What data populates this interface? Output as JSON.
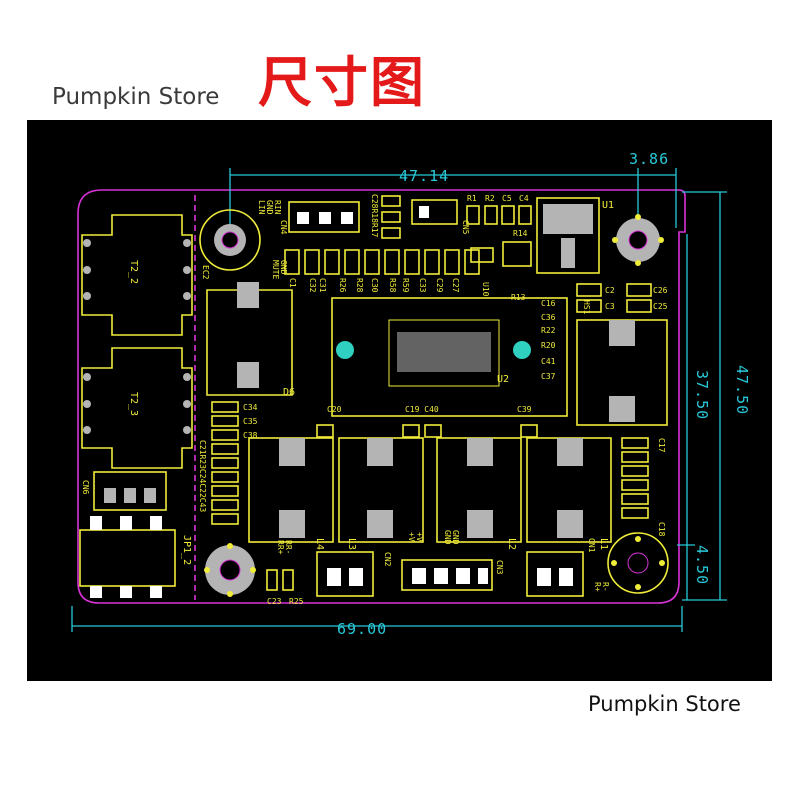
{
  "header": {
    "store_name": "Pumpkin Store",
    "title": "尺寸图"
  },
  "footer": {
    "store_name": "Pumpkin Store"
  },
  "dimensions": {
    "width_top": "47.14",
    "corner_offset": "3.86",
    "height_total": "47.50",
    "height_inner": "37.50",
    "bottom_offset": "4.50",
    "width_total": "69.00"
  },
  "designators": {
    "t2_2": "T2_2",
    "t2_3": "T2_3",
    "cn6": "CN6",
    "jp1_2": "JP1_2",
    "ec": "EC2",
    "cn4": "CN4",
    "lin": "LIN",
    "gnd": "GND",
    "rin": "RIN",
    "mute": "MUTE",
    "gnd2": "GND",
    "c28r18r17": "C28R18R17",
    "r1": "R1",
    "r2": "R2",
    "c5": "C5",
    "c4": "C4",
    "cn5": "CN5",
    "r14": "R14",
    "u1": "U1",
    "r13": "R13",
    "u10": "U10",
    "c1": "C1",
    "c32": "C32",
    "c31": "C31",
    "r26": "R26",
    "r28": "R28",
    "c30": "C30",
    "r58": "R58",
    "r59": "R59",
    "c33": "C33",
    "c29": "C29",
    "c27": "C27",
    "c16": "C16",
    "c36": "C36",
    "r22": "R22",
    "r20": "R20",
    "c41": "C41",
    "c37": "C37",
    "c2": "C2",
    "c26": "C26",
    "c3": "C3",
    "c25": "C25",
    "hs": "HS1",
    "u2": "U2",
    "c20": "C20",
    "c19c40": "C19 C40",
    "c39": "C39",
    "c34": "C34",
    "c35": "C35",
    "c38": "C38",
    "d": "D6",
    "c21": "C21R23C24C22C43",
    "c17": "C17",
    "c18": "C18",
    "l4": "L4",
    "l3": "L3",
    "l2": "L2",
    "l1": "L1",
    "plusv": "+V",
    "plusv2": "+V",
    "gnd3": "GND",
    "gnd4": "GND",
    "cn2": "CN2",
    "cn3": "CN3",
    "cn1": "CN1",
    "rr": "RR+",
    "rr2": "RR-",
    "rl": "R+",
    "rl2": "R-",
    "c23": "C23",
    "r25": "R25"
  },
  "colors": {
    "silkscreen": "#f0ec3a",
    "outline": "#d832d8",
    "dimension": "#28c8d8",
    "pad": "#b4b4b4",
    "title": "#e41a1a"
  }
}
